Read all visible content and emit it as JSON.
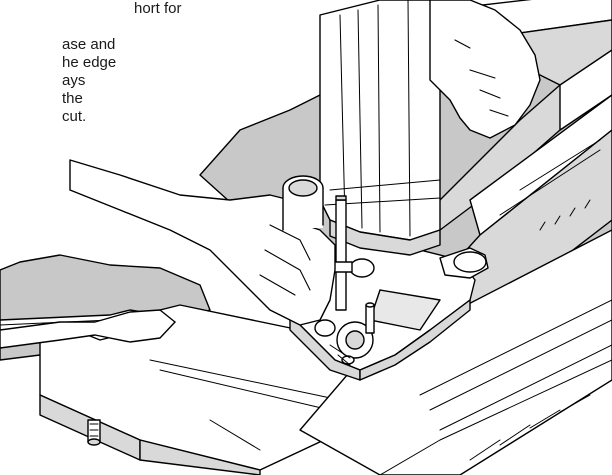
{
  "caption": {
    "lines": [
      "hort for",
      "ase and",
      "he edge",
      "ays",
      "the",
      "cut."
    ]
  },
  "illustration": {
    "subject": "router-guided-by-fence-on-board",
    "stroke_color": "#000000",
    "shade_color": "#c8c8c8"
  }
}
